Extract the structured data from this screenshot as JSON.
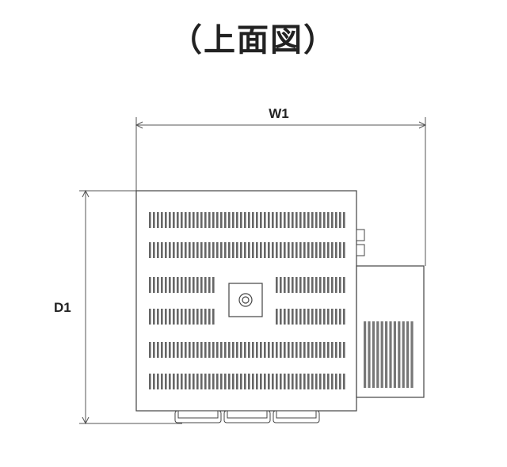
{
  "title": "（上面図）",
  "labels": {
    "width": "W1",
    "depth": "D1"
  },
  "colors": {
    "line": "#555555",
    "text": "#222222",
    "background": "#ffffff"
  }
}
